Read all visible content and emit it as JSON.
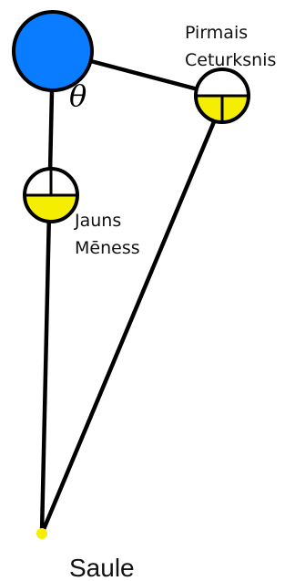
{
  "diagram": {
    "angle_label": "θ",
    "moon_positions": [
      {
        "label_line1": "Pirmais",
        "label_line2": "Ceturksnis"
      },
      {
        "label_line1": "Jauns",
        "label_line2": "Mēness"
      }
    ],
    "sun_label": "Saule"
  },
  "colors": {
    "earth": "#0A7CFF",
    "sun": "#F5EE00",
    "moon_lit": "#F5EE00",
    "moon_dark": "#FFFFFF",
    "line": "#000000"
  }
}
